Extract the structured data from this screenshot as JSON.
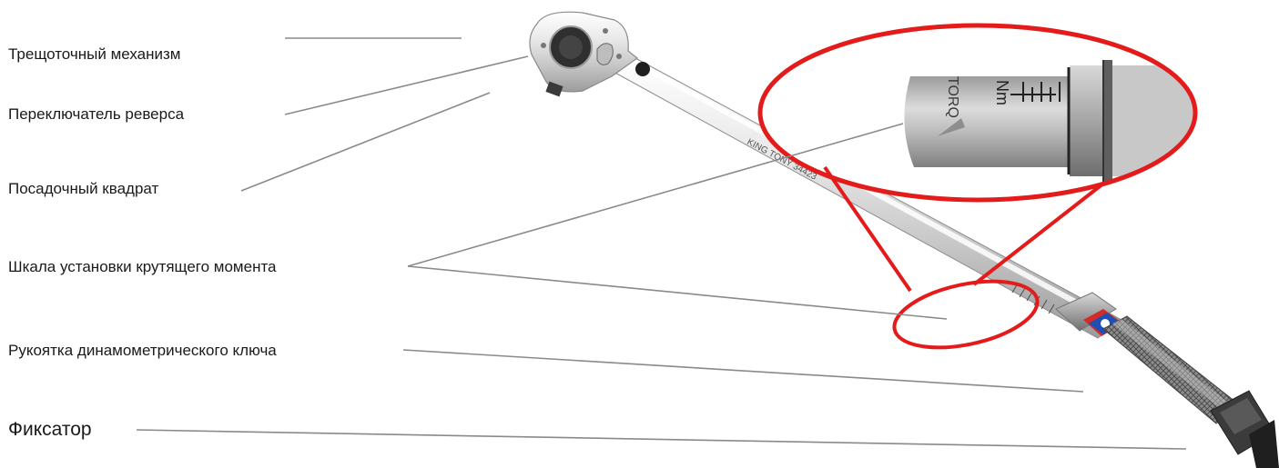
{
  "labels": {
    "ratchet": "Трещоточный механизм",
    "reverse_switch": "Переключатель реверса",
    "drive_square": "Посадочный квадрат",
    "torque_scale": "Шкала установки крутящего момента",
    "handle": "Рукоятка динамометрического ключа",
    "lock": "Фиксатор"
  },
  "zoom_inset": {
    "scale_letters": "TORQ",
    "unit_letters": "Nm"
  },
  "colors": {
    "highlight": "#e31b1b",
    "leader_line": "#8a8a8a",
    "chrome_light": "#f2f2f2",
    "chrome_dark": "#9a9a9a",
    "band_blue": "#1f4fb4",
    "band_red": "#d42a2a",
    "knurl": "#5a5a5a"
  }
}
